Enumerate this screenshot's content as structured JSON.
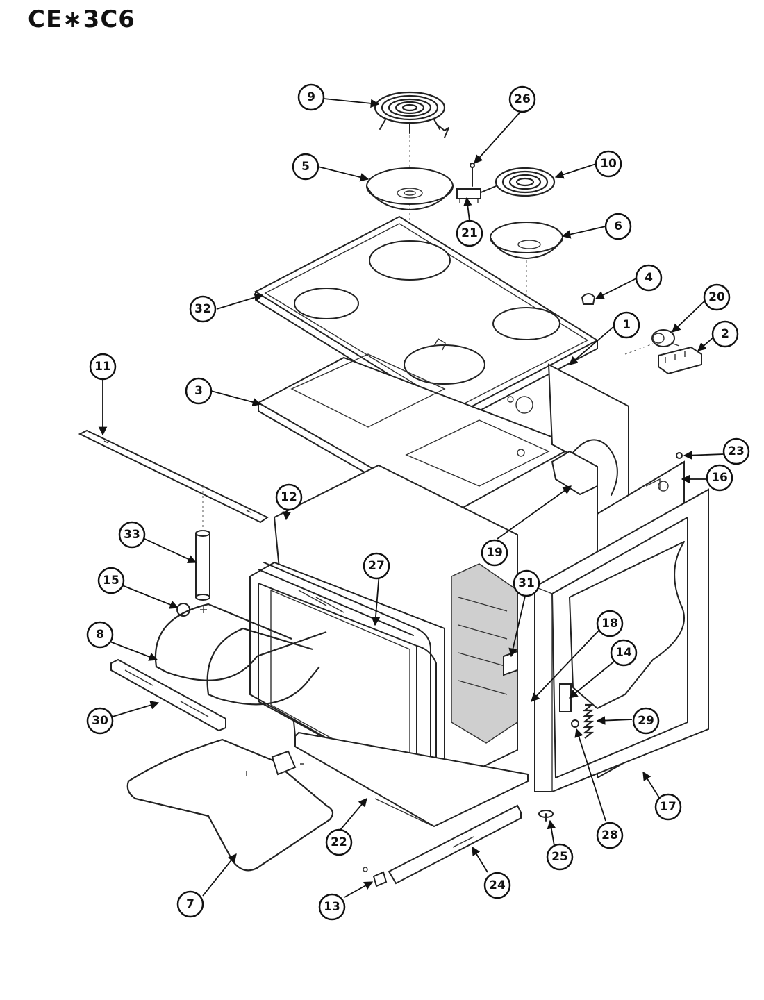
{
  "title": "CE∗3C6",
  "callouts": [
    {
      "label": "1"
    },
    {
      "label": "2"
    },
    {
      "label": "3"
    },
    {
      "label": "4"
    },
    {
      "label": "5"
    },
    {
      "label": "6"
    },
    {
      "label": "7"
    },
    {
      "label": "8"
    },
    {
      "label": "9"
    },
    {
      "label": "10"
    },
    {
      "label": "11"
    },
    {
      "label": "12"
    },
    {
      "label": "13"
    },
    {
      "label": "14"
    },
    {
      "label": "15"
    },
    {
      "label": "16"
    },
    {
      "label": "17"
    },
    {
      "label": "18"
    },
    {
      "label": "19"
    },
    {
      "label": "20"
    },
    {
      "label": "21"
    },
    {
      "label": "22"
    },
    {
      "label": "23"
    },
    {
      "label": "24"
    },
    {
      "label": "25"
    },
    {
      "label": "26"
    },
    {
      "label": "27"
    },
    {
      "label": "28"
    },
    {
      "label": "29"
    },
    {
      "label": "30"
    },
    {
      "label": "31"
    },
    {
      "label": "32"
    },
    {
      "label": "33"
    }
  ]
}
